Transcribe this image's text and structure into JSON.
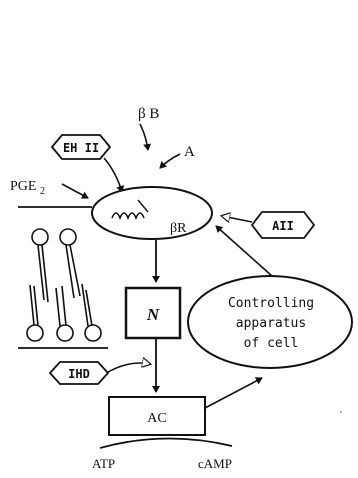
{
  "labels": {
    "beta_b": "β B",
    "a": "A",
    "pge2": "PGE",
    "pge2_sub": "2",
    "beta_r": "βR",
    "n": "N",
    "ac": "AC",
    "atp": "ATP",
    "camp": "cAMP"
  },
  "hexagons": {
    "eh_ii": "EH II",
    "a_ii": "AII",
    "ihd": "IHD"
  },
  "controller": {
    "line1": "Controlling",
    "line2": "apparatus",
    "line3": "of cell"
  }
}
